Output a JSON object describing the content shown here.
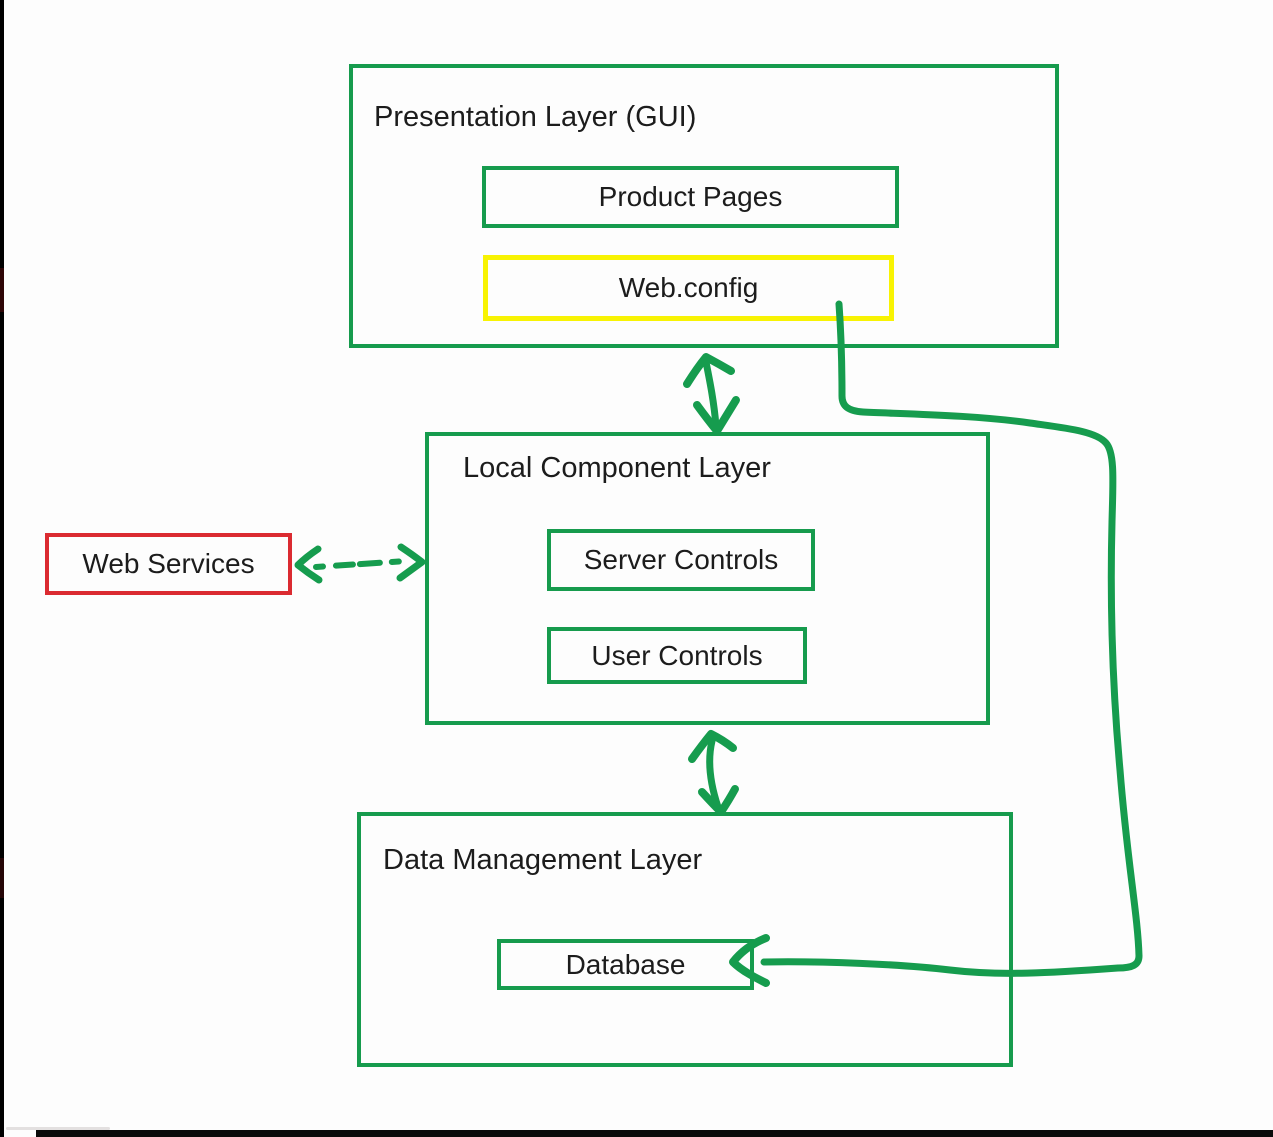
{
  "page": {
    "background": "#FDFDFD",
    "description": "Hand-annotated three-tier web application architecture diagram"
  },
  "colors": {
    "diagram_green": "#169B4D",
    "highlight_yellow": "#F8F303",
    "highlight_red": "#DB2B31",
    "text": "#1C1C1C",
    "edge_bars": "#000000"
  },
  "nodes": {
    "presentation_layer": {
      "title": "Presentation Layer (GUI)"
    },
    "product_pages": {
      "label": "Product Pages"
    },
    "web_config": {
      "label": "Web.config"
    },
    "local_component_layer": {
      "title": "Local Component Layer"
    },
    "server_controls": {
      "label": "Server Controls"
    },
    "user_controls": {
      "label": "User Controls"
    },
    "web_services": {
      "label": "Web Services"
    },
    "data_management_layer": {
      "title": "Data Management Layer"
    },
    "database": {
      "label": "Database"
    }
  },
  "connections": [
    {
      "from": "Presentation Layer (GUI)",
      "to": "Local Component Layer",
      "style": "double-headed-arrow",
      "color": "#169B4D"
    },
    {
      "from": "Local Component Layer",
      "to": "Data Management Layer",
      "style": "double-headed-arrow",
      "color": "#169B4D"
    },
    {
      "from": "Web Services",
      "to": "Local Component Layer",
      "style": "dashed-double-headed-arrow",
      "color": "#169B4D"
    },
    {
      "from": "Web.config",
      "to": "Database",
      "style": "curved-arrow",
      "color": "#169B4D"
    }
  ]
}
